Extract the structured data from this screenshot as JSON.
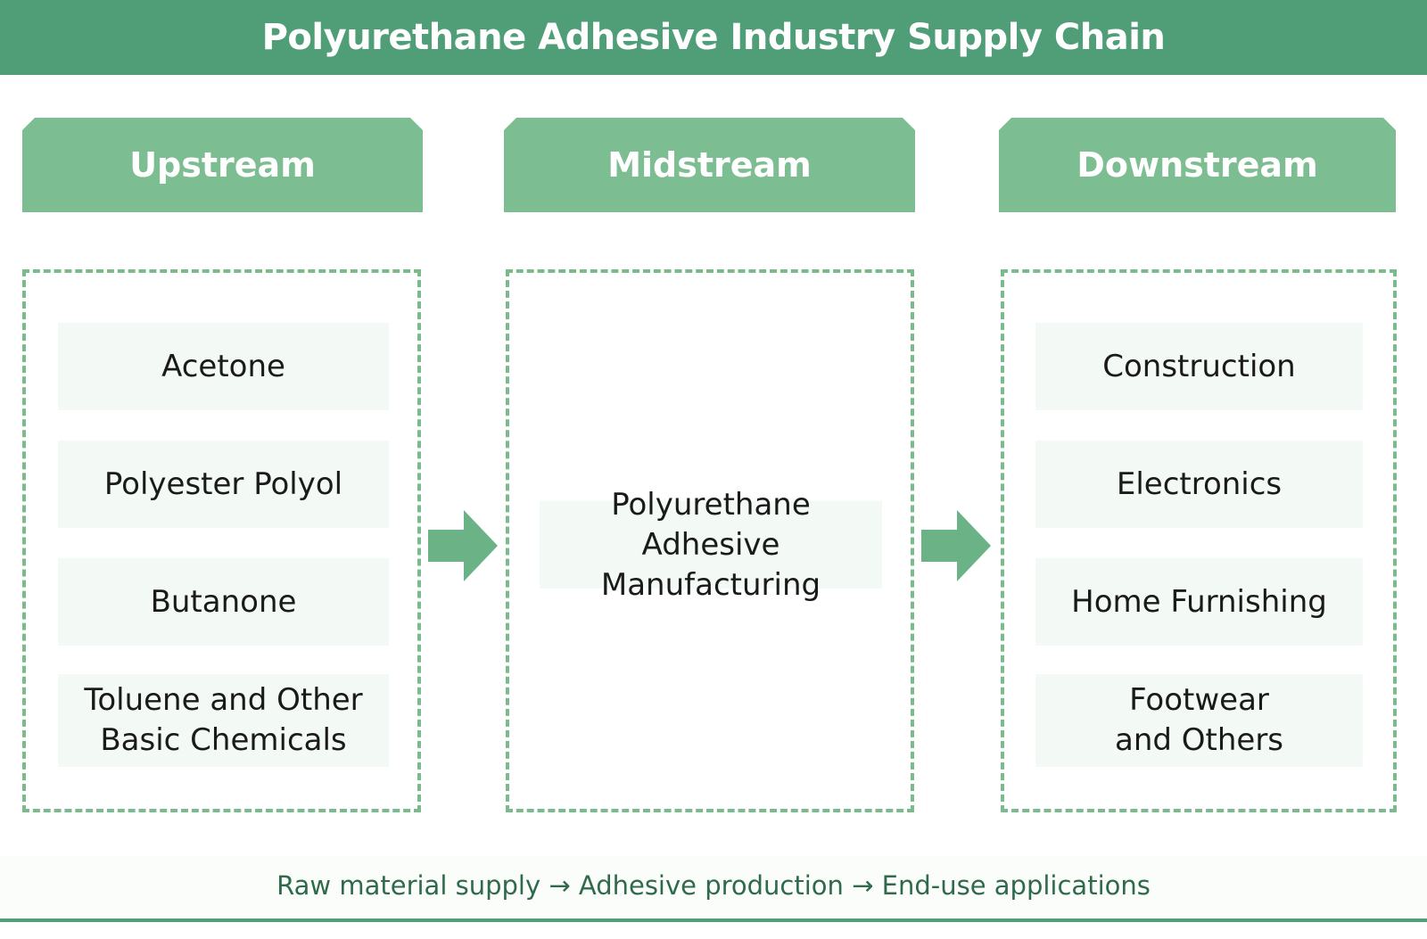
{
  "title": "Polyurethane Adhesive Industry Supply Chain",
  "colors": {
    "title_bar": "#4f9e78",
    "header": "#7cbd91",
    "dashed_border": "#79bb8b",
    "item_bg": "#f3f9f4",
    "arrow": "#6bb387",
    "footer_text": "#2f6a4b",
    "footer_line": "#4f9e78"
  },
  "stages": {
    "upstream": {
      "label": "Upstream",
      "items": [
        "Acetone",
        "Polyester Polyol",
        "Butanone",
        "Toluene and Other Basic Chemicals"
      ]
    },
    "midstream": {
      "label": "Midstream",
      "items": [
        "Polyurethane Adhesive Manufacturing"
      ]
    },
    "downstream": {
      "label": "Downstream",
      "items": [
        "Construction",
        "Electronics",
        "Home Furnishing",
        "Footwear and Others"
      ]
    }
  },
  "footer": "Raw material supply → Adhesive production → End-use applications"
}
